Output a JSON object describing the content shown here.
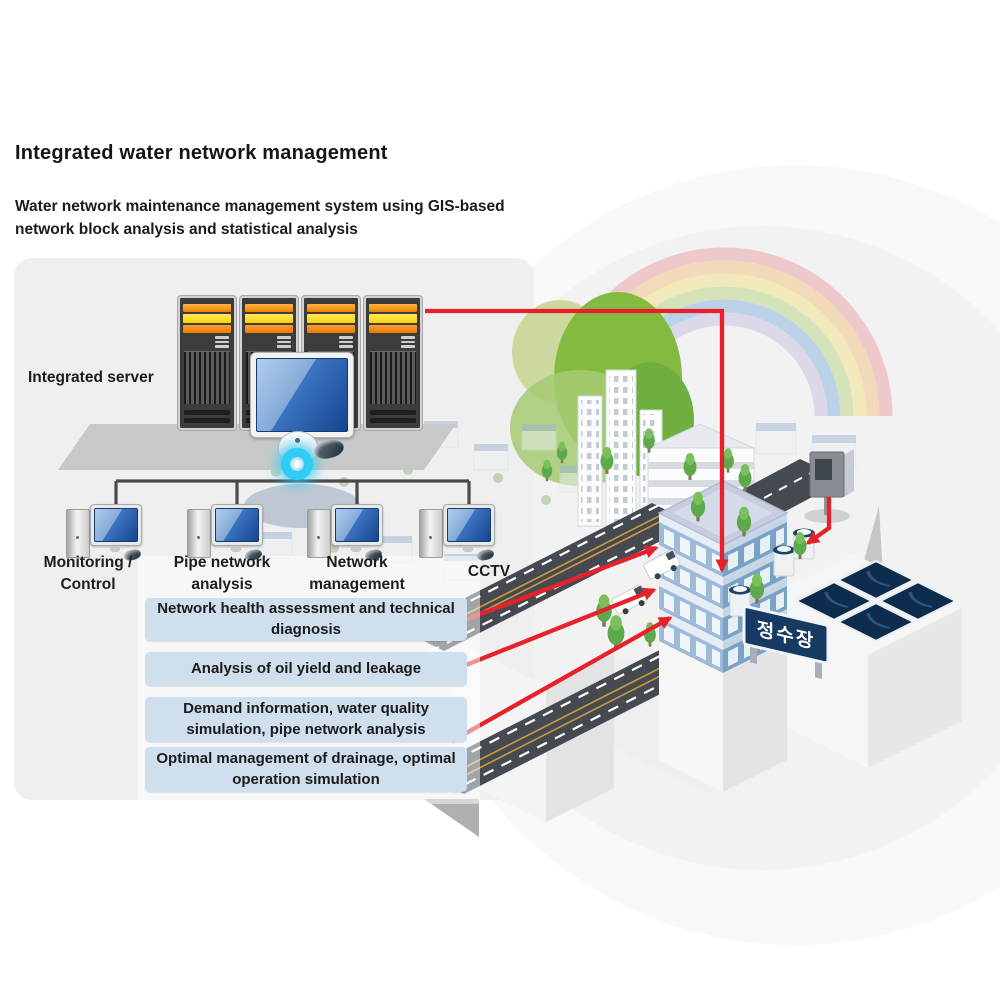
{
  "header": {
    "title": "Integrated water network management",
    "subtitle": "Water network maintenance management system using GIS-based\nnetwork block analysis and statistical analysis"
  },
  "diagram": {
    "server_label": "Integrated server",
    "workstations": [
      {
        "label": "Monitoring /\nControl"
      },
      {
        "label": "Pipe network\nanalysis"
      },
      {
        "label": "Network\nmanagement"
      },
      {
        "label": "CCTV"
      }
    ],
    "function_boxes": [
      "Network health assessment and technical diagnosis",
      "Analysis of oil yield and leakage",
      "Demand information, water quality simulation, pipe network analysis",
      "Optimal management of drainage, optimal operation simulation"
    ],
    "city": {
      "plant_sign": "정수장"
    },
    "colors": {
      "accent_red": "#e62129",
      "function_box_bg": "#cfdfee",
      "screen_blue": "#2f6bbf",
      "rack_orange": "#ef8200",
      "rack_yellow": "#ffd400",
      "basin_navy": "#0d2c4e",
      "hub_glow": "#2fcdf4",
      "background_gray": "#efefef"
    }
  }
}
